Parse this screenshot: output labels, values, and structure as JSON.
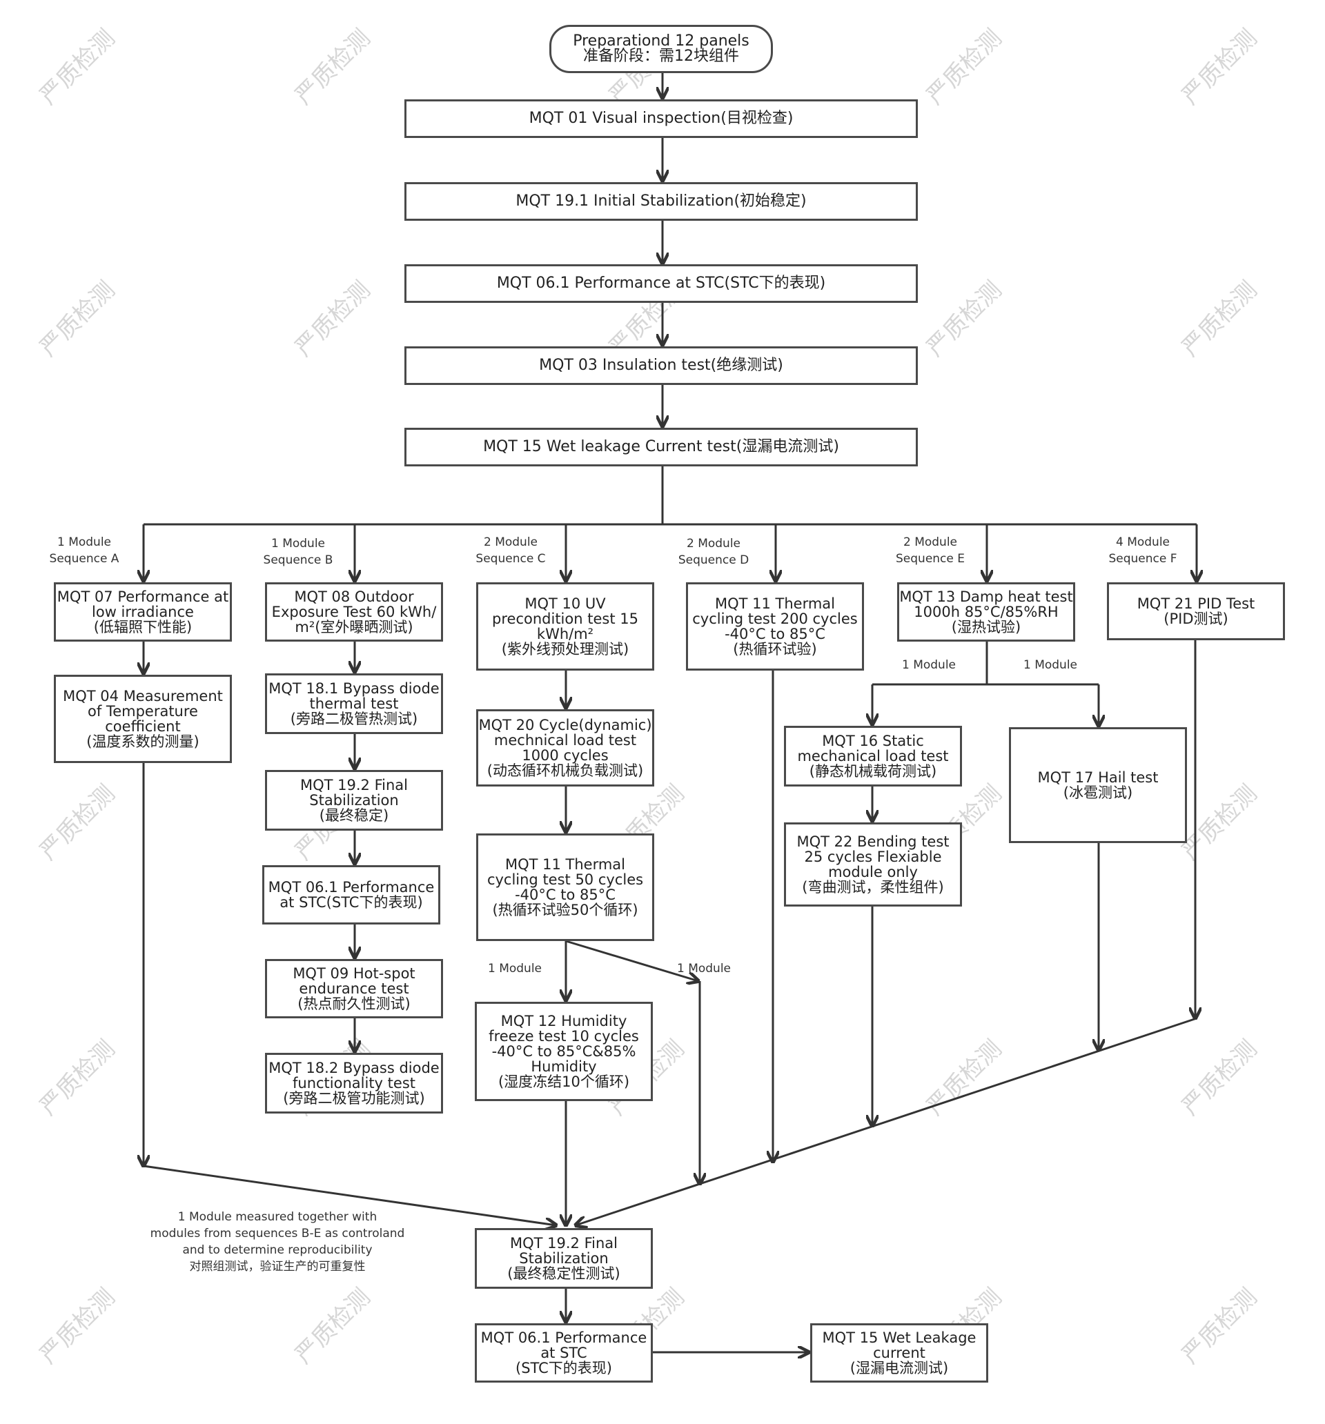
{
  "nodes": {
    "start": [
      "Preparationd 12 panels",
      "准备阶段：需12块组件"
    ],
    "mqt01": [
      "MQT 01 Visual inspection(目视检查)"
    ],
    "mqt191": [
      "MQT 19.1 Initial Stabilization(初始稳定)"
    ],
    "mqt061": [
      "MQT 06.1 Performance at STC(STC下的表现)"
    ],
    "mqt03": [
      "MQT 03 Insulation test(绝缘测试)"
    ],
    "mqt15": [
      "MQT 15 Wet leakage Current test(湿漏电流测试)"
    ],
    "a1": [
      "MQT 07 Performance at",
      "low irradiance",
      "(低辐照下性能)"
    ],
    "a2": [
      "MQT 04 Measurement",
      "of Temperature",
      "coefficient",
      "(温度系数的测量)"
    ],
    "b1": [
      "MQT 08 Outdoor",
      "Exposure Test 60 kWh/",
      "m²(室外曝晒测试)"
    ],
    "b2": [
      "MQT 18.1 Bypass diode",
      "thermal test",
      "(旁路二极管热测试)"
    ],
    "b3": [
      "MQT 19.2 Final",
      "Stabilization",
      "(最终稳定)"
    ],
    "b4": [
      "MQT 06.1 Performance",
      "at STC(STC下的表现)"
    ],
    "b5": [
      "MQT 09 Hot-spot",
      "endurance test",
      "(热点耐久性测试)"
    ],
    "b6": [
      "MQT 18.2 Bypass diode",
      "functionality test",
      "(旁路二极管功能测试)"
    ],
    "c1": [
      "MQT 10 UV",
      "precondition test 15",
      "kWh/m²",
      "(紫外线预处理测试)"
    ],
    "c2": [
      "MQT 20 Cycle(dynamic)",
      "mechnical load test",
      "1000 cycles",
      "(动态循环机械负载测试)"
    ],
    "c3": [
      "MQT 11 Thermal",
      "cycling test 50 cycles",
      "-40°C to 85°C",
      "(热循环试验50个循环)"
    ],
    "c4": [
      "MQT 12 Humidity",
      "freeze test 10 cycles",
      "-40°C to 85°C&85%",
      "Humidity",
      "(湿度冻结10个循环)"
    ],
    "d1": [
      "MQT 11 Thermal",
      "cycling test 200 cycles",
      "-40°C to 85°C",
      "(热循环试验)"
    ],
    "e1": [
      "MQT 13 Damp heat test",
      "1000h 85°C/85%RH",
      "(湿热试验)"
    ],
    "e2": [
      "MQT 16 Static",
      "mechanical load test",
      "(静态机械载荷测试)"
    ],
    "e3": [
      "MQT 22 Bending test",
      "25 cycles Flexiable",
      "module only",
      "(弯曲测试，柔性组件)"
    ],
    "e4": [
      "MQT 17 Hail test",
      "(冰雹测试)"
    ],
    "f1": [
      "MQT 21 PID Test",
      "(PID测试)"
    ],
    "final1": [
      "MQT 19.2 Final",
      "Stabilization",
      "(最终稳定性测试)"
    ],
    "final2": [
      "MQT 06.1 Performance",
      "at STC",
      "(STC下的表现)"
    ],
    "final3": [
      "MQT 15 Wet Leakage",
      "current",
      "(湿漏电流测试)"
    ]
  },
  "labels": {
    "seqA": [
      "1 Module",
      "Sequence A"
    ],
    "seqB": [
      "1 Module",
      "Sequence B"
    ],
    "seqC": [
      "2 Module",
      "Sequence C"
    ],
    "seqD": [
      "2 Module",
      "Sequence D"
    ],
    "seqE": [
      "2 Module",
      "Sequence E"
    ],
    "seqF": [
      "4 Module",
      "Sequence F"
    ],
    "e_left": [
      "1 Module"
    ],
    "e_right": [
      "1 Module"
    ],
    "c_left": [
      "1 Module"
    ],
    "c_right": [
      "1 Module"
    ]
  },
  "note": [
    "1 Module measured together with",
    "modules from sequences B-E as controland",
    "and to determine reproducibility",
    "对照组测试，验证生产的可重复性"
  ],
  "watermark": "严质检测"
}
